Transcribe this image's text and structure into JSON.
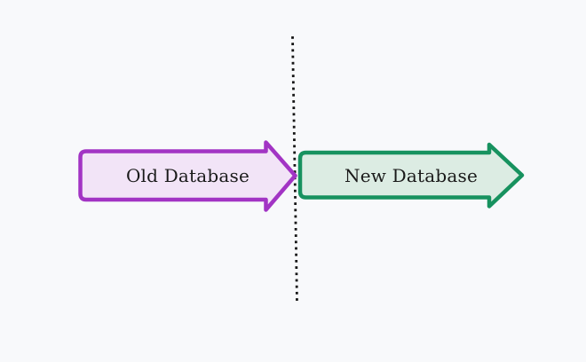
{
  "diagram": {
    "background_color": "#f8f9fb",
    "divider_line": {
      "orientation": "vertical",
      "style": "dotted",
      "color": "#161616"
    },
    "arrows": [
      {
        "label": "Old Database",
        "side": "left",
        "direction": "right",
        "border_color": "#a234c4",
        "fill_color": "#f2e4f7"
      },
      {
        "label": "New Database",
        "side": "right",
        "direction": "right",
        "border_color": "#17925f",
        "fill_color": "#dcece3"
      }
    ],
    "text_color": "#1a1a1a"
  }
}
